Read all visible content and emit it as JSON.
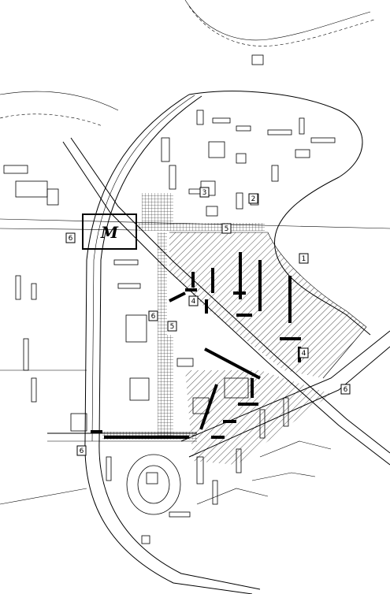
{
  "map": {
    "metro_symbol": "M",
    "markers": [
      {
        "id": "m1",
        "label": "1"
      },
      {
        "id": "m2",
        "label": "2"
      },
      {
        "id": "m3",
        "label": "3"
      },
      {
        "id": "m4a",
        "label": "4"
      },
      {
        "id": "m4b",
        "label": "4"
      },
      {
        "id": "m5a",
        "label": "5"
      },
      {
        "id": "m5b",
        "label": "5"
      },
      {
        "id": "m6a",
        "label": "6"
      },
      {
        "id": "m6b",
        "label": "6"
      },
      {
        "id": "m6c",
        "label": "6"
      },
      {
        "id": "m6d",
        "label": "6"
      }
    ]
  }
}
